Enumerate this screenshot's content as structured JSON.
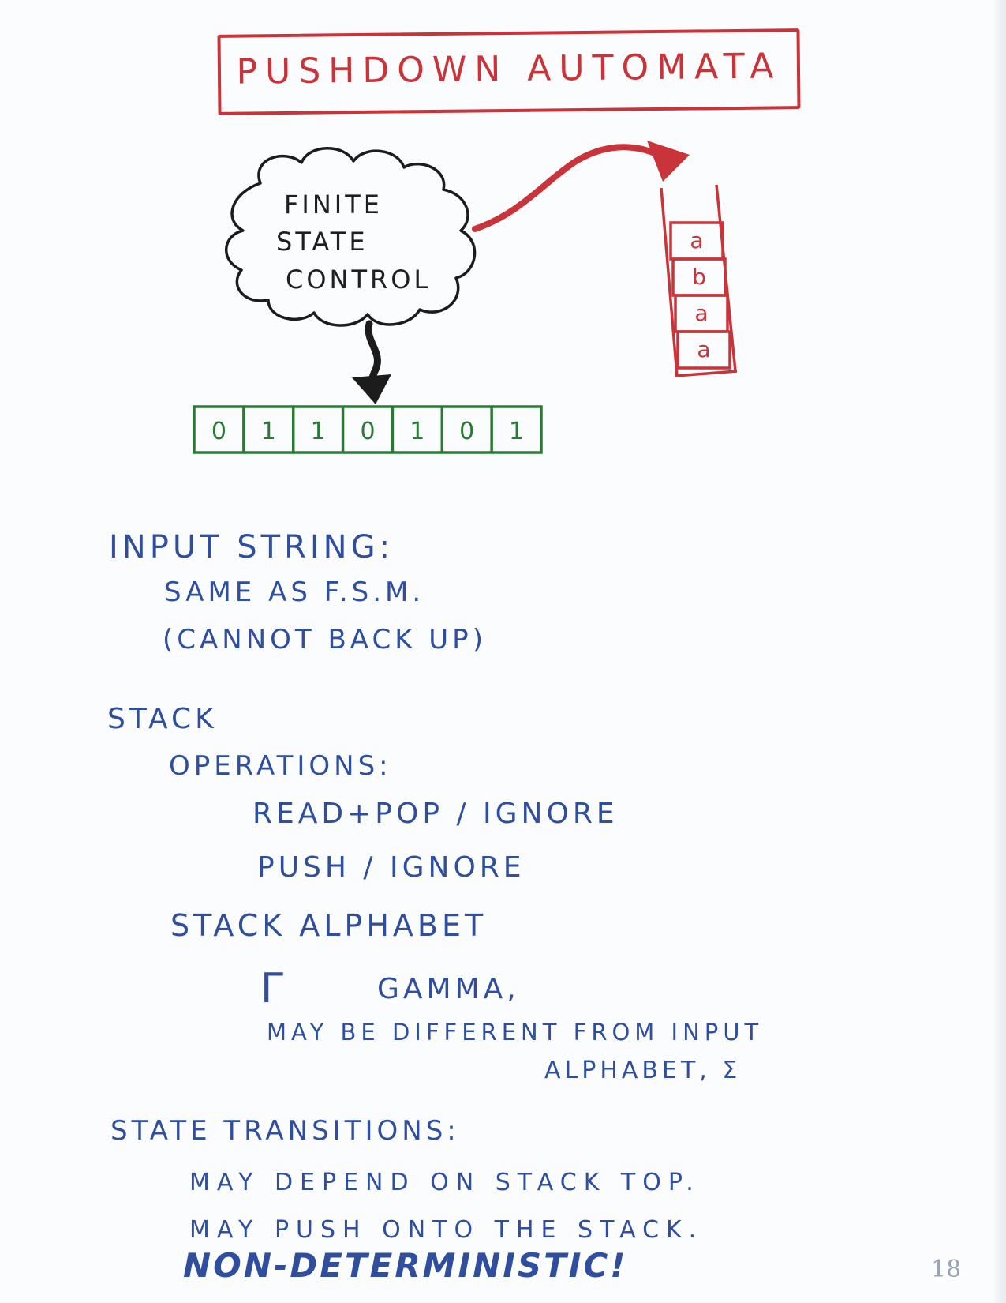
{
  "title": "PUSHDOWN AUTOMATA",
  "diagram": {
    "cloud_lines": [
      "FINITE",
      "STATE",
      "CONTROL"
    ],
    "input_tape": [
      "0",
      "1",
      "1",
      "0",
      "1",
      "0",
      "1"
    ],
    "stack": [
      "a",
      "b",
      "a",
      "a"
    ],
    "colors": {
      "title": "#c8343a",
      "tape": "#2a7a36",
      "stack": "#c8343a",
      "arrow": "#c8343a",
      "ink": "#2f4f9e"
    }
  },
  "notes": {
    "input_heading": "INPUT STRING:",
    "input_lines": [
      "SAME AS F.S.M.",
      "(CANNOT BACK UP)"
    ],
    "stack_heading": "STACK",
    "operations_heading": "OPERATIONS:",
    "operations": [
      "READ+POP / IGNORE",
      "PUSH / IGNORE"
    ],
    "alphabet_heading": "STACK ALPHABET",
    "gamma_symbol": "Γ",
    "gamma_label": "GAMMA,",
    "gamma_line1": "MAY BE DIFFERENT FROM INPUT",
    "gamma_line2": "ALPHABET, Σ",
    "transitions_heading": "STATE TRANSITIONS:",
    "transitions": [
      "MAY DEPEND ON STACK TOP.",
      "MAY PUSH ONTO THE STACK."
    ],
    "nondeterministic": "NON-DETERMINISTIC!"
  },
  "page_number": "18"
}
